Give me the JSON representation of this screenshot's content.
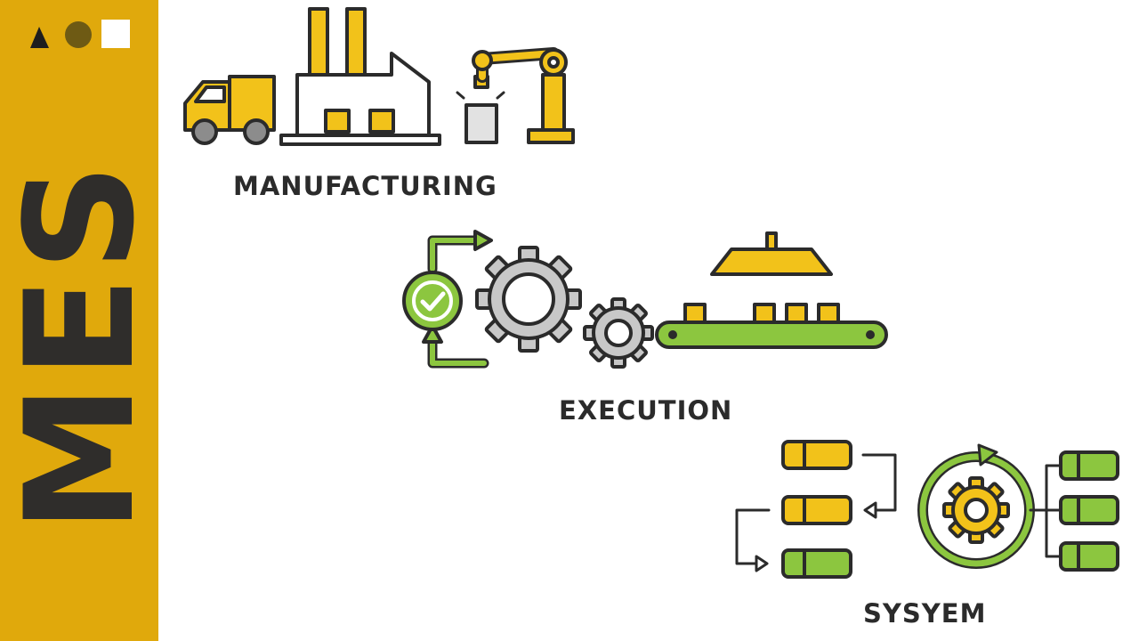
{
  "brand": {
    "logo_shapes": [
      "triangle",
      "circle",
      "square"
    ],
    "title": "MES"
  },
  "sections": {
    "manufacturing": {
      "label": "MANUFACTURING",
      "icons": [
        "truck-icon",
        "factory-icon",
        "robotic-arm-icon"
      ]
    },
    "execution": {
      "label": "EXECUTION",
      "icons": [
        "cycle-arrows-icon",
        "check-icon",
        "gear-icon",
        "conveyor-icon"
      ]
    },
    "system": {
      "label": "SYSYEM",
      "icons": [
        "flow-blocks-icon",
        "cycle-gear-icon",
        "output-blocks-icon"
      ]
    }
  },
  "colors": {
    "sidebar": "#e0a90c",
    "yellow": "#f2c21a",
    "green": "#8cc63f",
    "gray": "#c8c8c8",
    "dark": "#2f2d2b"
  }
}
